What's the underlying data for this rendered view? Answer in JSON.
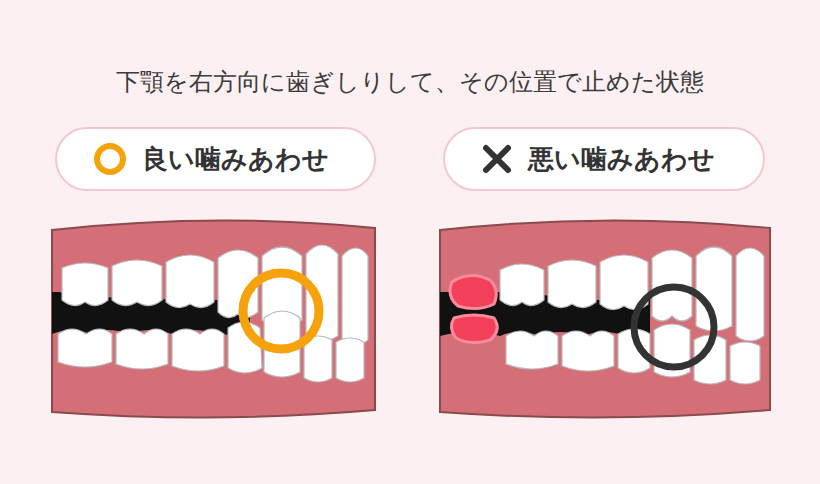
{
  "diagram": {
    "title": "下顎を右方向に歯ぎしりして、その位置で止めた状態",
    "nodes": [
      {
        "text": [
          "良い噛みあわせ"
        ]
      },
      {
        "text": [
          "悪い噛みあわせ"
        ]
      }
    ]
  }
}
